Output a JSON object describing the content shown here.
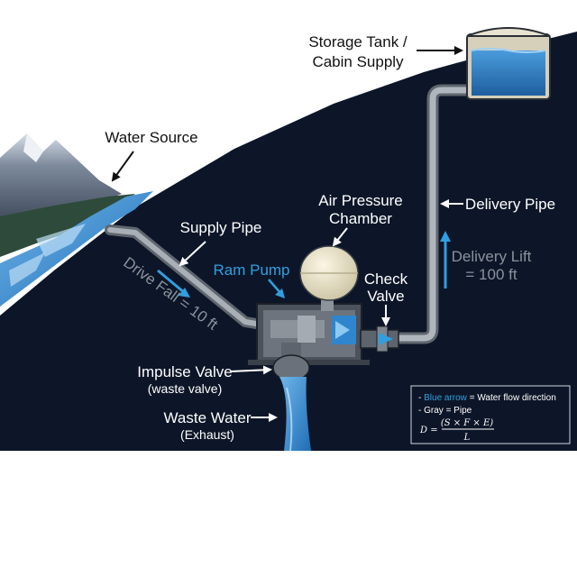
{
  "labels": {
    "storage_line1": "Storage Tank /",
    "storage_line2": "Cabin Supply",
    "water_source": "Water Source",
    "air_line1": "Air Pressure",
    "air_line2": "Chamber",
    "delivery_pipe": "Delivery Pipe",
    "supply_pipe": "Supply Pipe",
    "ram_pump": "Ram Pump",
    "check_line1": "Check",
    "check_line2": "Valve",
    "delivery_lift_line1": "Delivery Lift",
    "delivery_lift_line2": "= 100 ft",
    "drive_fall": "Drive Fall = 10 ft",
    "impulse_line1": "Impulse Valve",
    "impulse_line2": "(waste valve)",
    "waste_line1": "Waste Water",
    "waste_line2": "(Exhaust)"
  },
  "legend": {
    "blue_arrow": "Blue arrow",
    "blue_arrow_meaning": "= Water flow direction",
    "gray": "Gray",
    "gray_meaning": "= Pipe",
    "formula_lhs": "D =",
    "formula_numerator": "(S × F × E)",
    "formula_denominator": "L"
  },
  "colors": {
    "hill": "#0d1628",
    "pipe": "#8d949c",
    "water": "#2f86cf",
    "flow_arrow": "#2f9fe0"
  }
}
